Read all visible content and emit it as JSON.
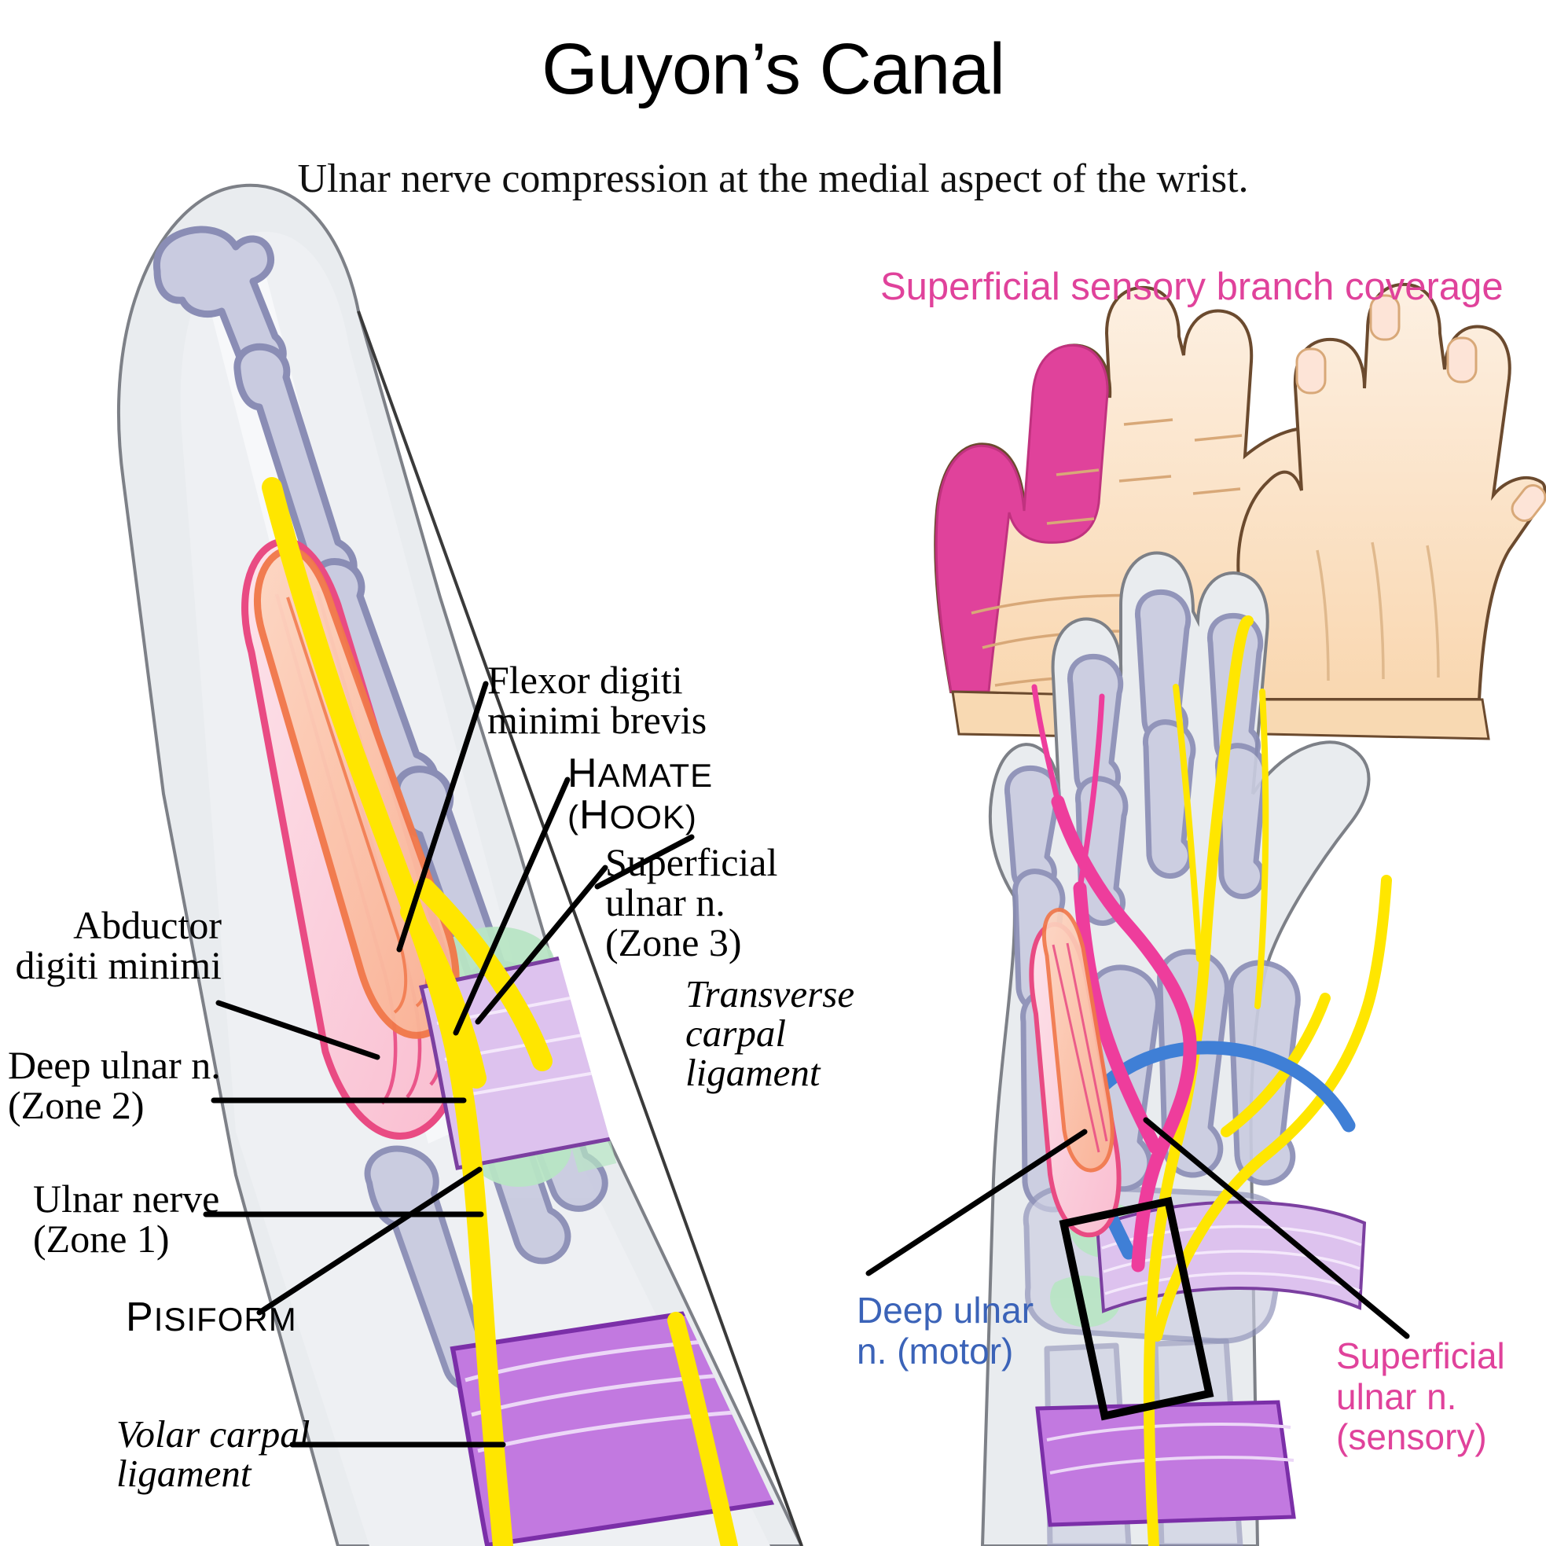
{
  "header": {
    "title": "Guyon’s Canal",
    "subtitle": "Ulnar nerve compression at the medial aspect of the wrist."
  },
  "colors": {
    "pink_accent": "#e0429b",
    "blue_accent": "#3b63b8",
    "nerve_yellow": "#ffe600",
    "sensory_magenta": "#ee3d9c",
    "motor_blue": "#3f7fd6",
    "adm_pink_fill": "#fbc9d8",
    "adm_pink_stroke": "#e94b83",
    "fdmb_orange_fill": "#fbc3ab",
    "fdmb_orange_stroke": "#f1784a",
    "tcl_lilac_fill": "#ddc2ee",
    "tcl_lilac_stroke": "#7b3fa0",
    "vcl_purple_fill": "#c279e0",
    "vcl_purple_stroke": "#7b2fa8",
    "bone_fill": "#c9cbe0",
    "bone_stroke": "#8a8db5",
    "soft_tissue": "#e7eaee",
    "soft_tissue_stroke": "#7d8087",
    "cartilage_green": "#b8e5c4",
    "skin_fill": "#fce0bd",
    "skin_light": "#fdeedd",
    "skin_stroke": "#6b4a2e",
    "nail": "#fde4d7"
  },
  "left_figure": {
    "name": "volar-wrist-cutaway",
    "labels": [
      {
        "id": "flexor-digiti-minimi-brevis",
        "lines": [
          "Flexor digiti",
          "minimi brevis"
        ],
        "style": "serif"
      },
      {
        "id": "hamate-hook",
        "lines": [
          "Hamate",
          "(hook)"
        ],
        "style": "small-caps"
      },
      {
        "id": "superficial-ulnar-n-zone3",
        "lines": [
          "Superficial",
          "ulnar n.",
          "(Zone 3)"
        ],
        "style": "serif"
      },
      {
        "id": "transverse-carpal-ligament",
        "lines": [
          "Transverse",
          "carpal",
          "ligament"
        ],
        "style": "serif-italic"
      },
      {
        "id": "abductor-digiti-minimi",
        "lines": [
          "Abductor",
          "digiti minimi"
        ],
        "style": "serif"
      },
      {
        "id": "deep-ulnar-n-zone2",
        "lines": [
          "Deep ulnar n.",
          "(Zone 2)"
        ],
        "style": "serif"
      },
      {
        "id": "ulnar-nerve-zone1",
        "lines": [
          "Ulnar nerve",
          "(Zone 1)"
        ],
        "style": "serif"
      },
      {
        "id": "pisiform",
        "lines": [
          "Pisiform"
        ],
        "style": "small-caps"
      },
      {
        "id": "volar-carpal-ligament",
        "lines": [
          "Volar carpal",
          "ligament"
        ],
        "style": "serif-italic"
      }
    ]
  },
  "right_top": {
    "heading": "Superficial sensory branch coverage",
    "views": [
      {
        "id": "palmar-hand-view",
        "shaded": true
      },
      {
        "id": "dorsal-hand-view",
        "shaded": false
      }
    ]
  },
  "right_bottom": {
    "name": "dorsal-wrist-nerve-course",
    "labels": [
      {
        "id": "deep-ulnar-n-motor",
        "lines": [
          "Deep ulnar",
          "n. (motor)"
        ],
        "color": "#3b63b8"
      },
      {
        "id": "superficial-ulnar-n-sensory",
        "lines": [
          "Superficial",
          "ulnar n.",
          "(sensory)"
        ],
        "color": "#e0429b"
      }
    ]
  }
}
